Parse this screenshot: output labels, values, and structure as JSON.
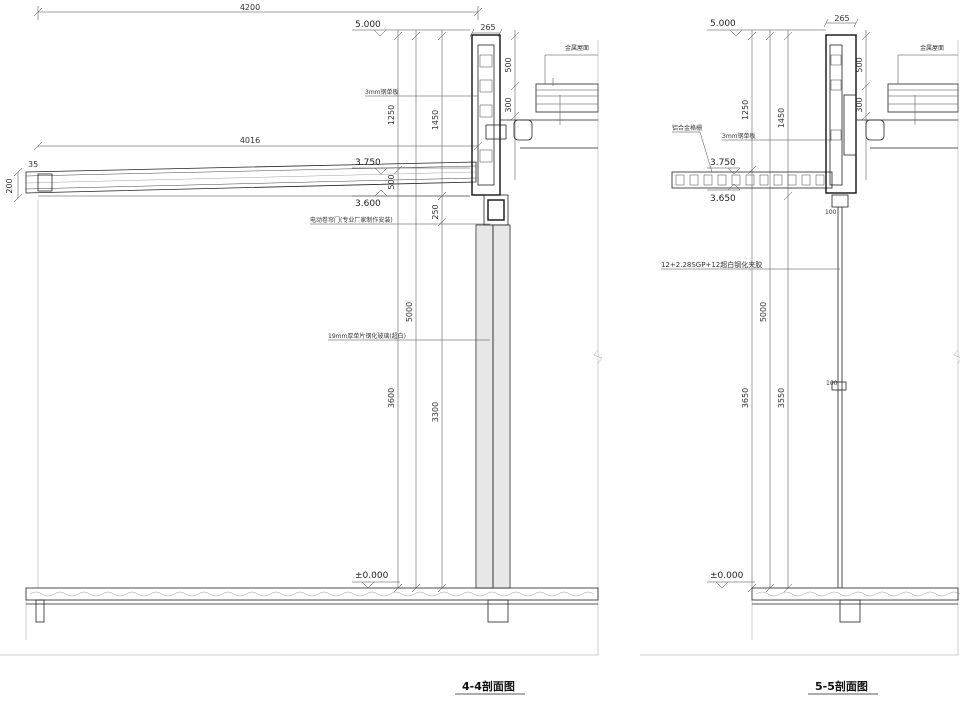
{
  "section_left": {
    "title": "4-4剖面图",
    "dims": {
      "total_width": "4200",
      "canopy_width": "4016",
      "mullion_width": "265",
      "left_offset": "35",
      "canopy_depth": "200",
      "h_1250": "1250",
      "h_1450": "1450",
      "h_500_top": "500",
      "h_300": "300",
      "h_250": "250",
      "h_500_side": "500",
      "h_5000": "5000",
      "h_3600": "3600",
      "h_3300": "3300"
    },
    "elevations": {
      "top": "5.000",
      "canopy_top": "3.750",
      "canopy_bottom": "3.600",
      "ground": "±0.000"
    },
    "notes": {
      "steel_plate": "3mm钢单板",
      "metal_roof": "金属屋面",
      "rolling_door": "电动卷帘门(专业厂家制作安装)",
      "glass": "19mm厚单片钢化玻璃(超白)"
    }
  },
  "section_right": {
    "title": "5-5剖面图",
    "dims": {
      "mullion_width": "265",
      "h_1250": "1250",
      "h_1450": "1450",
      "h_500_top": "500",
      "h_300": "300",
      "h_5000": "5000",
      "h_3650": "3650",
      "h_3550": "3550",
      "frame_100": "100",
      "frame_100b": "100"
    },
    "elevations": {
      "top": "5.000",
      "louver_top": "3.750",
      "louver_bottom": "3.650",
      "ground": "±0.000"
    },
    "notes": {
      "steel_plate": "3mm钢单板",
      "metal_roof": "金属屋面",
      "louver": "铝合金格栅",
      "glass": "12+2.28SGP+12超白钢化夹胶"
    }
  }
}
